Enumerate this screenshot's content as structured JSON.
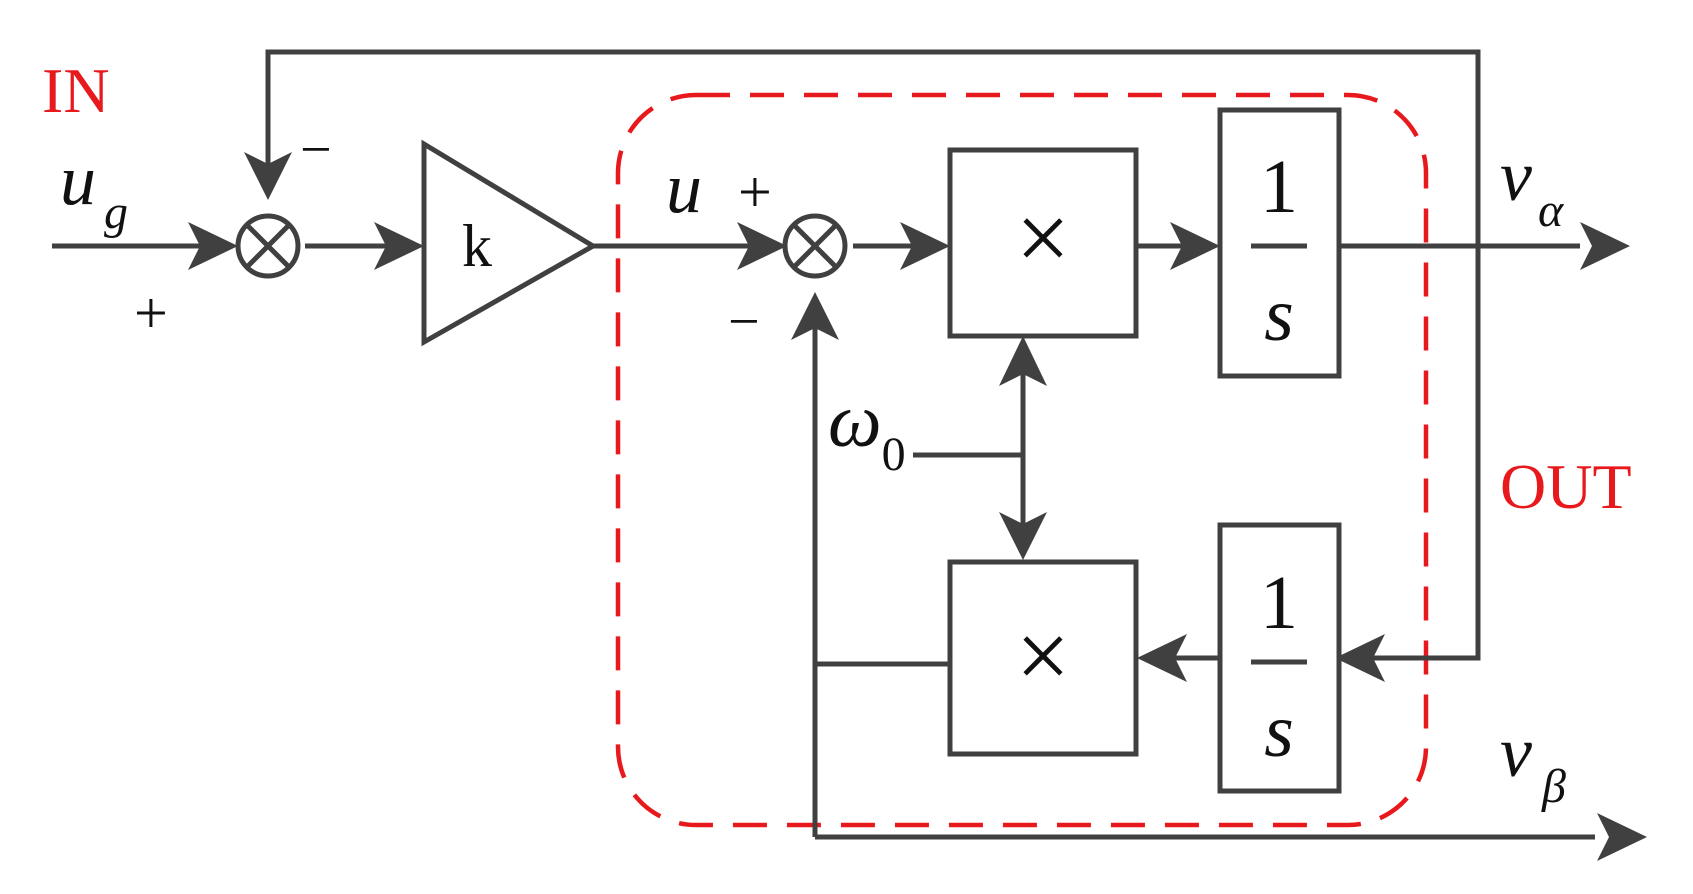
{
  "labels": {
    "in": "IN",
    "out": "OUT",
    "input_signal": "u",
    "input_signal_sub": "g",
    "gain": "k",
    "inner_signal": "u",
    "omega": "ω",
    "omega_sub": "0",
    "v_alpha": "v",
    "v_alpha_sub": "α",
    "v_beta": "v",
    "v_beta_sub": "β",
    "multiply": "×",
    "integrator_num": "1",
    "integrator_den": "s",
    "plus": "+",
    "minus": "−",
    "sum": "⊗"
  },
  "colors": {
    "wire": "#404040",
    "highlight": "#e8191d"
  }
}
